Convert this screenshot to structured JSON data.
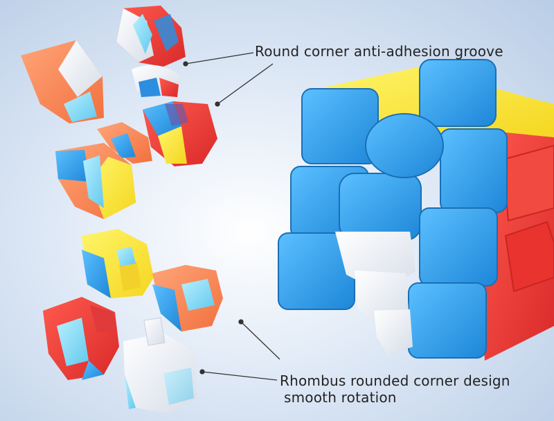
{
  "callouts": {
    "groove": "Round corner anti-adhesion groove",
    "rhombus_line1": "Rhombus rounded corner design",
    "rhombus_line2": "smooth rotation"
  },
  "colors": {
    "blue": "#2f9be6",
    "red": "#f03b36",
    "yellow": "#ffe93a",
    "orange": "#ff8a55",
    "white": "#f2f4f8",
    "background": "#dfe9f6"
  }
}
